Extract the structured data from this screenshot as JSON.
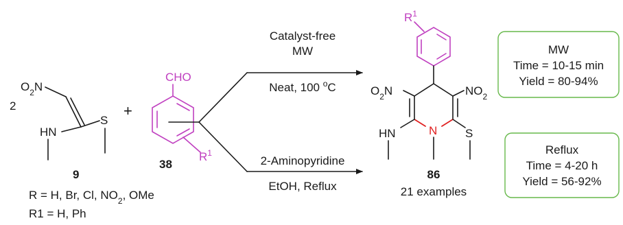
{
  "colors": {
    "text": "#1a1a1a",
    "aryl": "#c040c0",
    "ring_highlight": "#e02020",
    "box_border": "#66b84a"
  },
  "reactant_9": {
    "coefficient": "2",
    "label": "9",
    "no2": "O2N",
    "nh": "HN",
    "s": "S"
  },
  "plus": "+",
  "reactant_38": {
    "label": "38",
    "cho": "CHO",
    "r_group": "R1"
  },
  "substituents": {
    "r_line": "R = H, Br, Cl, NO2, OMe",
    "r1_line": "R1 = H, Ph"
  },
  "path_mw": {
    "line1": "Catalyst-free",
    "line2": "MW",
    "line3": "Neat, 100 oC"
  },
  "path_reflux": {
    "line1": "2-Aminopyridine",
    "line2": "EtOH, Reflux"
  },
  "product_86": {
    "label": "86",
    "examples": "21 examples",
    "r_group": "R1",
    "no2_left": "O2N",
    "no2_right": "NO2",
    "nh": "HN",
    "n": "N",
    "s": "S"
  },
  "box_mw": {
    "title": "MW",
    "time": "Time = 10-15 min",
    "yield": "Yield = 80-94%"
  },
  "box_reflux": {
    "title": "Reflux",
    "time": "Time = 4-20 h",
    "yield": "Yield = 56-92%"
  }
}
